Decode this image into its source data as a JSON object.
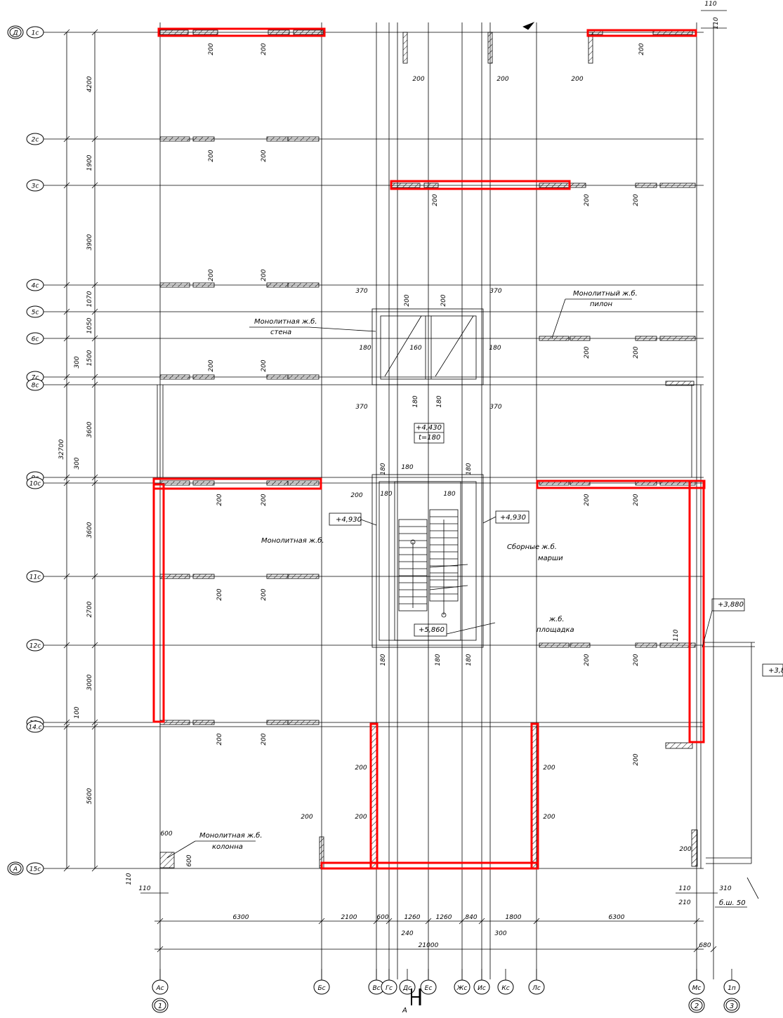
{
  "colors": {
    "line": "#000000",
    "highlight": "#ff0000",
    "background": "#ffffff"
  },
  "left_axes": [
    {
      "id": "1c",
      "label": "1с",
      "extra": "Д"
    },
    {
      "id": "2c",
      "label": "2с"
    },
    {
      "id": "3c",
      "label": "3с"
    },
    {
      "id": "4c",
      "label": "4с"
    },
    {
      "id": "5c",
      "label": "5с"
    },
    {
      "id": "6c",
      "label": "6с"
    },
    {
      "id": "7c",
      "label": "7с"
    },
    {
      "id": "8c",
      "label": "8с"
    },
    {
      "id": "9c",
      "label": "9с"
    },
    {
      "id": "10c",
      "label": "10с"
    },
    {
      "id": "11c",
      "label": "11с"
    },
    {
      "id": "12c",
      "label": "12с"
    },
    {
      "id": "13c",
      "label": "13с"
    },
    {
      "id": "14c",
      "label": "14.с"
    },
    {
      "id": "15c",
      "label": "15с",
      "extra": "А"
    }
  ],
  "bottom_axes": [
    {
      "id": "Ac",
      "label": "Ас",
      "extra": "1"
    },
    {
      "id": "Bc",
      "label": "Бс"
    },
    {
      "id": "Vc",
      "label": "Вс"
    },
    {
      "id": "Gc",
      "label": "Гс"
    },
    {
      "id": "Dc",
      "label": "Дс"
    },
    {
      "id": "Ec",
      "label": "Ес"
    },
    {
      "id": "Zhc",
      "label": "Жс"
    },
    {
      "id": "Ic",
      "label": "Ис"
    },
    {
      "id": "Kc",
      "label": "Кс"
    },
    {
      "id": "Lc",
      "label": "Лс"
    },
    {
      "id": "Mc",
      "label": "Мс",
      "extra": "2"
    },
    {
      "id": "1p",
      "label": "1п",
      "extra": "3"
    }
  ],
  "vertical_dims": [
    "4200",
    "1900",
    "3900",
    "1070",
    "1050",
    "1500",
    "300",
    "3600",
    "300",
    "3600",
    "2700",
    "3000",
    "100",
    "5600"
  ],
  "overall_vertical_dim": "32700",
  "horizontal_dims": [
    "6300",
    "2100",
    "600",
    "1260",
    "1260",
    "840",
    "1800",
    "6300"
  ],
  "overall_horizontal_dim": "21000",
  "small_dims": {
    "d110": "110",
    "d200": "200",
    "d370": "370",
    "d180": "180",
    "d160": "160",
    "d600": "600",
    "d240": "240",
    "d300": "300",
    "d680": "680",
    "d310": "310",
    "d210": "210"
  },
  "annotations": {
    "wall_note": [
      "Монолитная ж.б.",
      "стена"
    ],
    "pylon_note": [
      "Монолитный ж.б.",
      "пилон"
    ],
    "mono_note": "Монолитная ж.б.",
    "marches_note": [
      "Сборные ж.б.",
      "марши"
    ],
    "landing_note": [
      "ж.б.",
      "площадка"
    ],
    "column_note": [
      "Монолитная ж.б.",
      "колонна"
    ],
    "level_430": "+4,430",
    "thickness": "t=180",
    "level_4930_left": "+4,930",
    "level_4930_right": "+4,930",
    "level_5860": "+5,860",
    "level_3880": "+3,880",
    "level_38_cut": "+3,8",
    "spacing_note": "б.ш. 50",
    "section_mark": "А"
  }
}
